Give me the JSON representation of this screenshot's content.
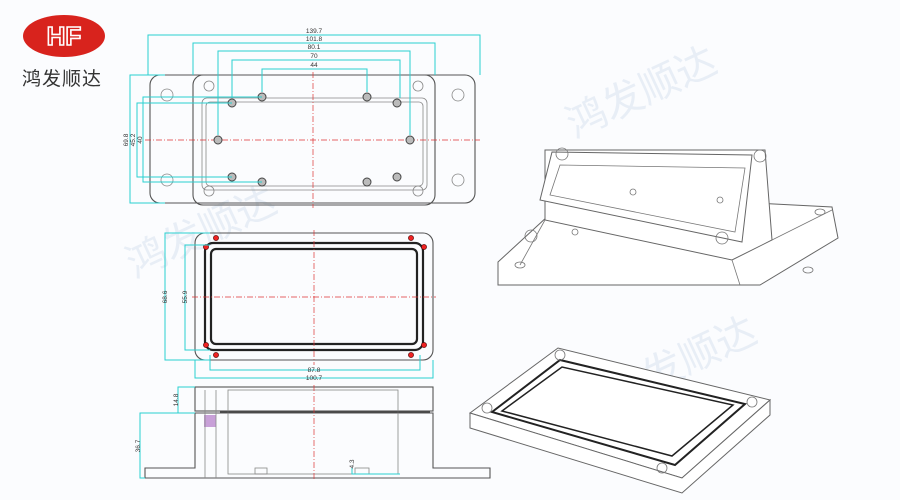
{
  "brand": {
    "logo_text": "HF",
    "name": "鸿发顺达",
    "logo_color": "#d8231d"
  },
  "watermark": "鸿发顺达",
  "top_view": {
    "dims": {
      "overall_length": "139.7",
      "body_length": "101.8",
      "hole_span_a": "80.1",
      "hole_span_b": "70",
      "hole_span_c": "44",
      "overall_width": "69.8",
      "hole_width_a": "45.2",
      "hole_width_b": "40"
    }
  },
  "lid_view": {
    "dims": {
      "height": "68.6",
      "inner_height": "55.9",
      "hole_span": "87.8",
      "length": "100.7"
    }
  },
  "side_view": {
    "dims": {
      "lid_height": "14.8",
      "base_height": "36.7",
      "boss_height": "4.3"
    }
  },
  "colors": {
    "dimension": "#2ad0d0",
    "centerline": "#d33333",
    "outline": "#555555"
  }
}
